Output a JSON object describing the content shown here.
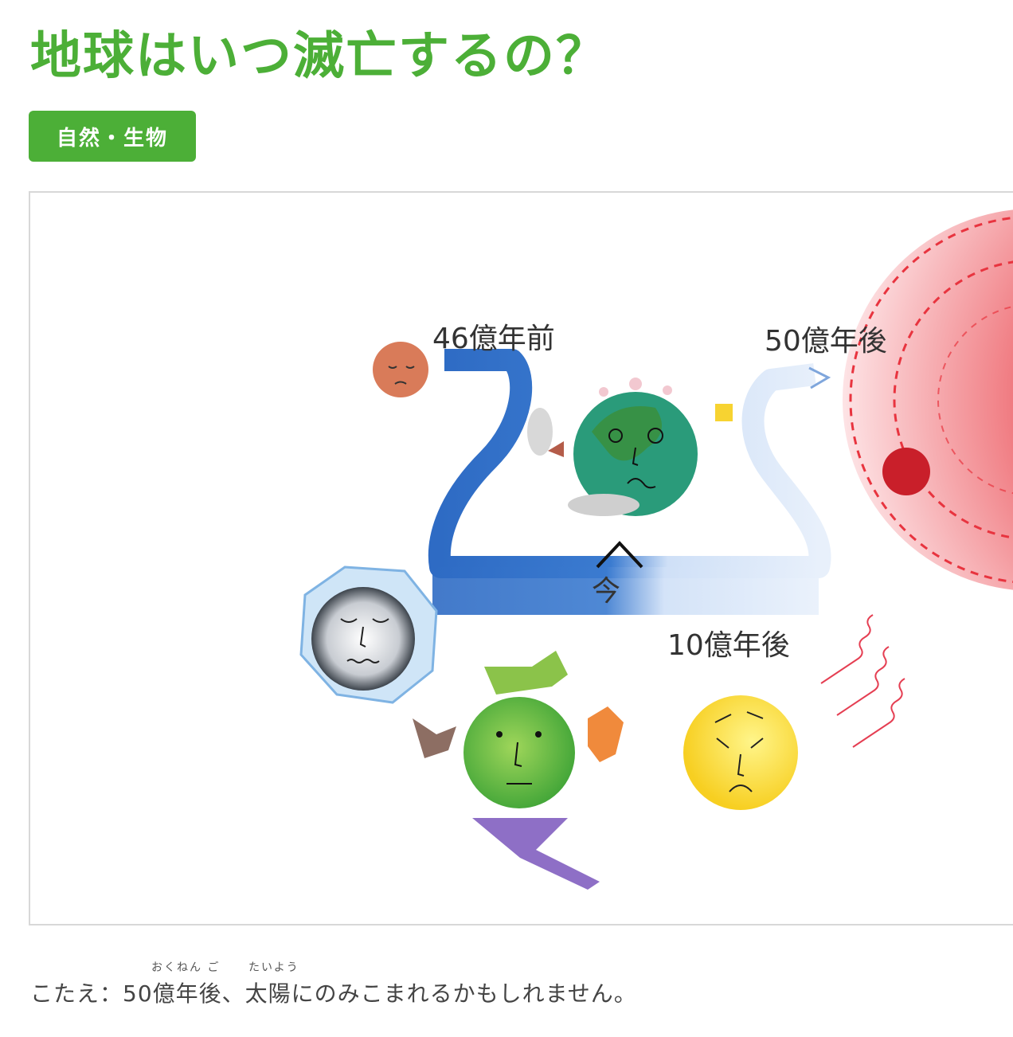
{
  "page": {
    "title": "地球はいつ滅亡するの？",
    "title_color": "#4caf37",
    "tag": {
      "label": "自然・生物",
      "color": "#4caf37"
    }
  },
  "figure": {
    "labels": {
      "past": "46億年前",
      "now": "今",
      "mid": "10億年後",
      "future": "50億年後"
    }
  },
  "answer": {
    "text": "こたえ：50億年後、太陽にのみこまれるかもしれません。",
    "ruby_okunengo": "おくねん ご",
    "ruby_taiyou": "たいよう"
  }
}
